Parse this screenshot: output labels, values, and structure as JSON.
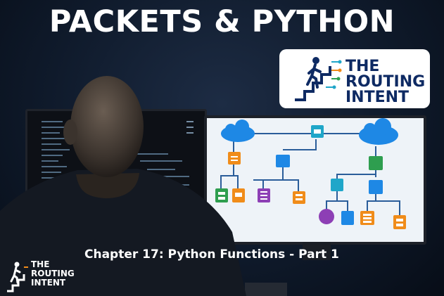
{
  "headline": "PACKETS & PYTHON",
  "brand": {
    "line1": "THE",
    "line2": "ROUTING",
    "line3": "INTENT",
    "color": "#0e2a63"
  },
  "chapter_title": "Chapter 17: Python Functions - Part 1",
  "footer_brand": {
    "line1": "THE",
    "line2": "ROUTING",
    "line3": "INTENT"
  },
  "icons": {
    "brand_logo": "person-climbing-stairs-icon",
    "diagram": [
      "cloud-icon",
      "router-icon",
      "switch-icon",
      "server-icon",
      "database-icon"
    ]
  },
  "colors": {
    "cloud": "#1e88e5",
    "orange": "#f08c1a",
    "green": "#2e9e4f",
    "purple": "#8d3fb5",
    "teal": "#1fa6c9"
  }
}
